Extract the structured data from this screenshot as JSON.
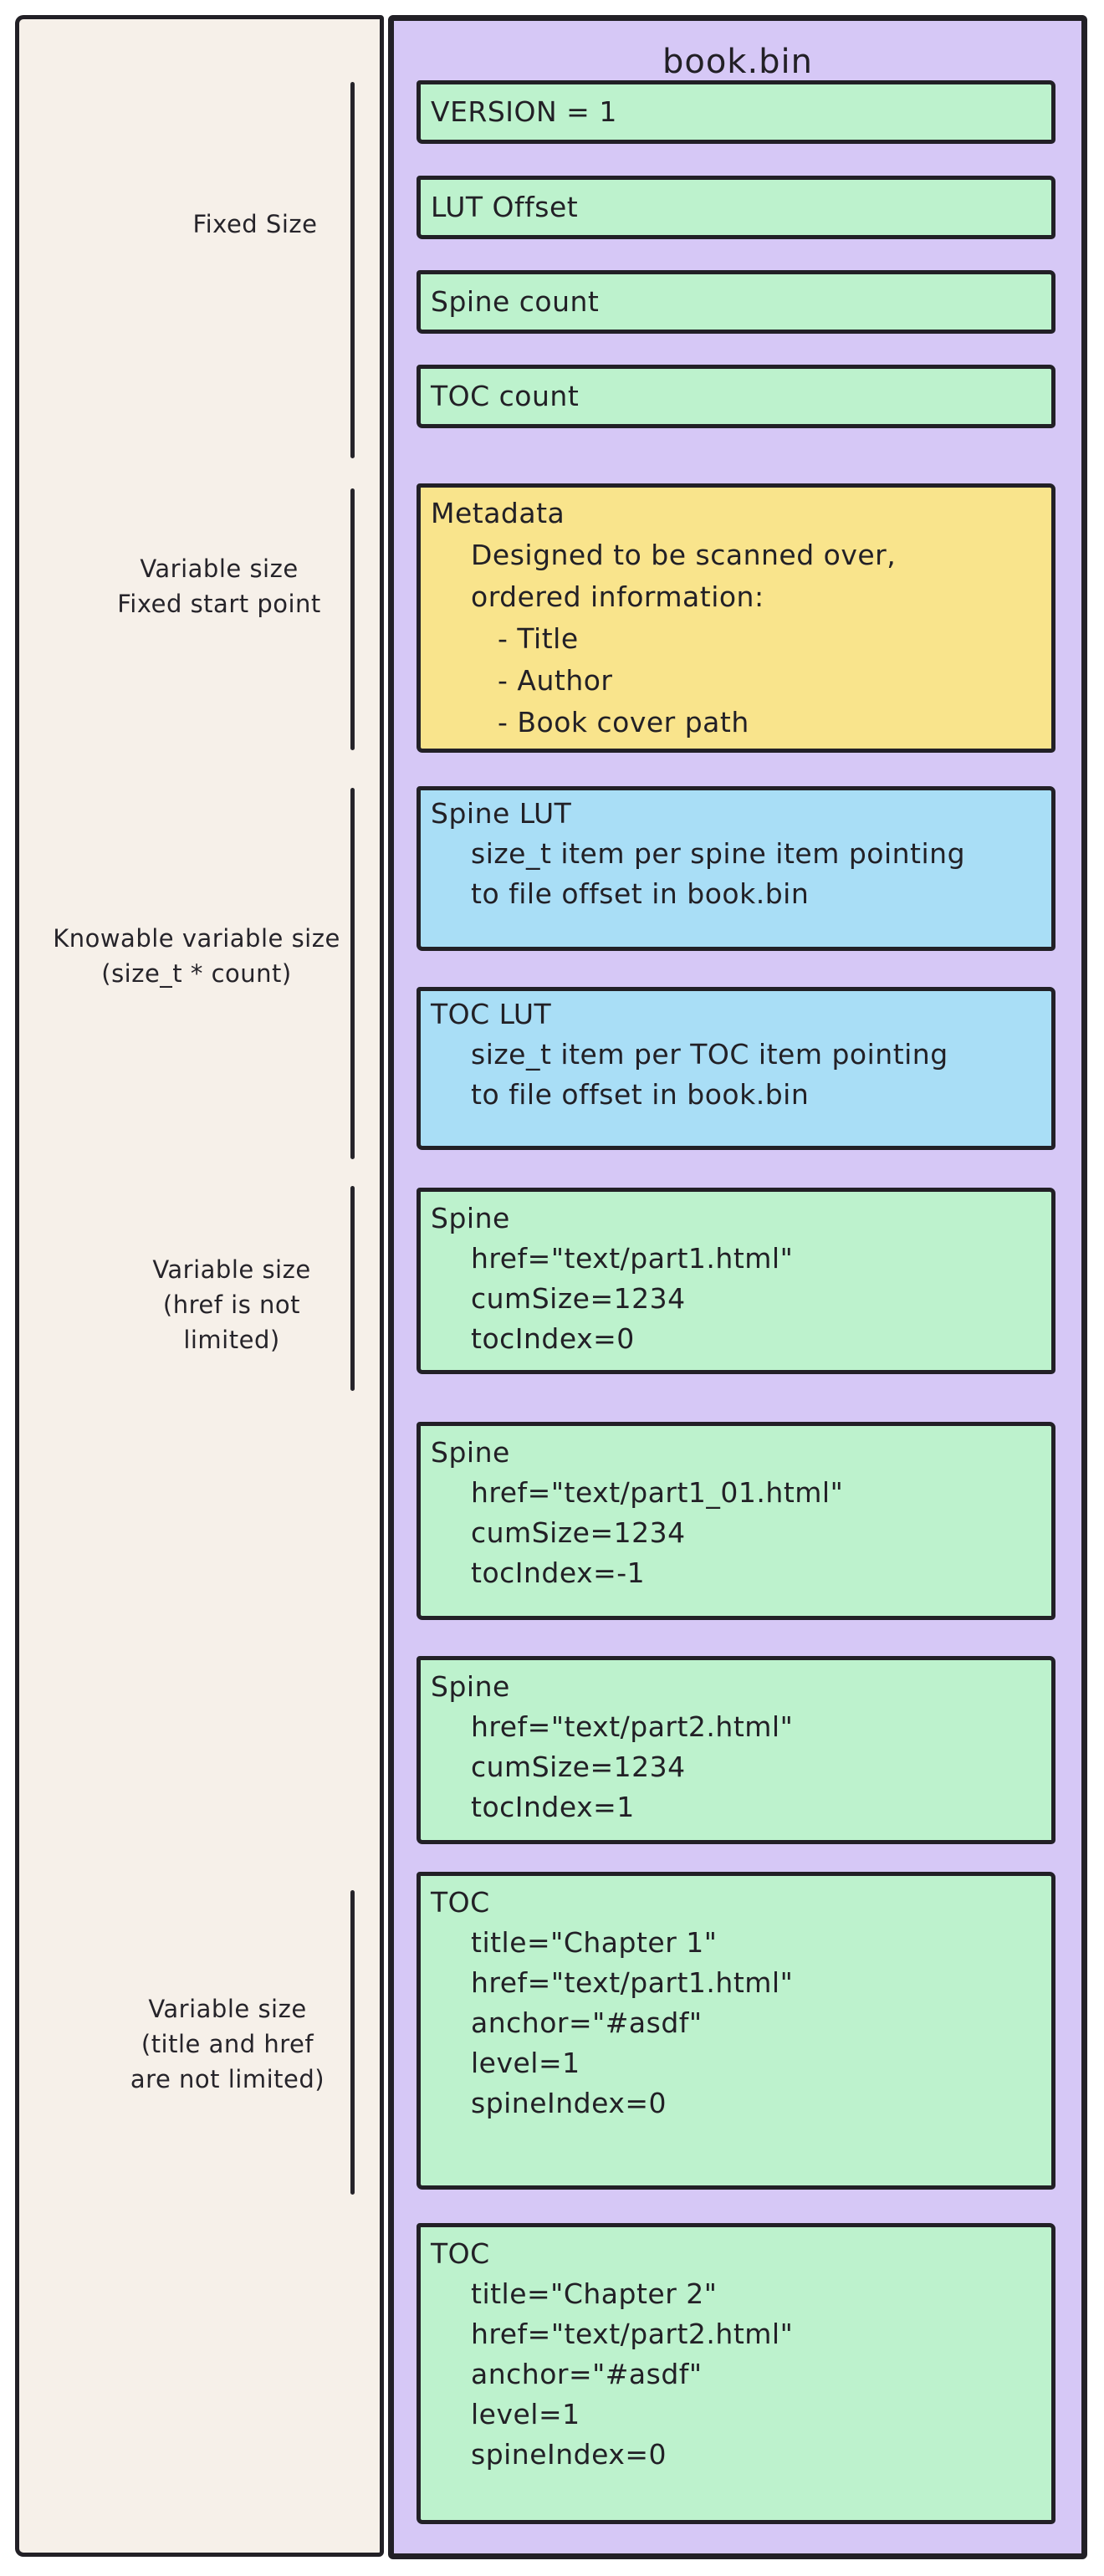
{
  "file_layout": {
    "title": "book.bin",
    "boxes": [
      {
        "id": "version",
        "kind": "green",
        "lines": [
          {
            "indent": 0,
            "text": "VERSION = 1"
          }
        ]
      },
      {
        "id": "lut-offset",
        "kind": "green",
        "lines": [
          {
            "indent": 0,
            "text": "LUT Offset"
          }
        ]
      },
      {
        "id": "spine-count",
        "kind": "green",
        "lines": [
          {
            "indent": 0,
            "text": "Spine count"
          }
        ]
      },
      {
        "id": "toc-count",
        "kind": "green",
        "lines": [
          {
            "indent": 0,
            "text": "TOC count"
          }
        ]
      },
      {
        "id": "metadata",
        "kind": "yellow",
        "lines": [
          {
            "indent": 0,
            "text": "Metadata"
          },
          {
            "indent": 1,
            "text": "Designed to be scanned over,"
          },
          {
            "indent": 1,
            "text": "ordered information:"
          },
          {
            "indent": 2,
            "text": "- Title"
          },
          {
            "indent": 2,
            "text": "- Author"
          },
          {
            "indent": 2,
            "text": "- Book cover path"
          }
        ]
      },
      {
        "id": "spine-lut",
        "kind": "blue",
        "lines": [
          {
            "indent": 0,
            "text": "Spine LUT"
          },
          {
            "indent": 1,
            "text": "size_t item per spine item pointing"
          },
          {
            "indent": 1,
            "text": "to file offset in book.bin"
          }
        ]
      },
      {
        "id": "toc-lut",
        "kind": "blue",
        "lines": [
          {
            "indent": 0,
            "text": "TOC LUT"
          },
          {
            "indent": 1,
            "text": "size_t item per TOC item pointing"
          },
          {
            "indent": 1,
            "text": "to file offset in book.bin"
          }
        ]
      },
      {
        "id": "spine-1",
        "kind": "green",
        "lines": [
          {
            "indent": 0,
            "text": "Spine"
          },
          {
            "indent": 1,
            "text": "href=\"text/part1.html\""
          },
          {
            "indent": 1,
            "text": "cumSize=1234"
          },
          {
            "indent": 1,
            "text": "tocIndex=0"
          }
        ]
      },
      {
        "id": "spine-2",
        "kind": "green",
        "lines": [
          {
            "indent": 0,
            "text": "Spine"
          },
          {
            "indent": 1,
            "text": "href=\"text/part1_01.html\""
          },
          {
            "indent": 1,
            "text": "cumSize=1234"
          },
          {
            "indent": 1,
            "text": "tocIndex=-1"
          }
        ]
      },
      {
        "id": "spine-3",
        "kind": "green",
        "lines": [
          {
            "indent": 0,
            "text": "Spine"
          },
          {
            "indent": 1,
            "text": "href=\"text/part2.html\""
          },
          {
            "indent": 1,
            "text": "cumSize=1234"
          },
          {
            "indent": 1,
            "text": "tocIndex=1"
          }
        ]
      },
      {
        "id": "toc-1",
        "kind": "green",
        "lines": [
          {
            "indent": 0,
            "text": "TOC"
          },
          {
            "indent": 1,
            "text": "title=\"Chapter 1\""
          },
          {
            "indent": 1,
            "text": "href=\"text/part1.html\""
          },
          {
            "indent": 1,
            "text": "anchor=\"#asdf\""
          },
          {
            "indent": 1,
            "text": "level=1"
          },
          {
            "indent": 1,
            "text": "spineIndex=0"
          }
        ]
      },
      {
        "id": "toc-2",
        "kind": "green",
        "lines": [
          {
            "indent": 0,
            "text": "TOC"
          },
          {
            "indent": 1,
            "text": "title=\"Chapter 2\""
          },
          {
            "indent": 1,
            "text": "href=\"text/part2.html\""
          },
          {
            "indent": 1,
            "text": "anchor=\"#asdf\""
          },
          {
            "indent": 1,
            "text": "level=1"
          },
          {
            "indent": 1,
            "text": "spineIndex=0"
          }
        ]
      }
    ]
  },
  "size_annotations": [
    {
      "id": "fixed-size",
      "lines": [
        "Fixed Size"
      ]
    },
    {
      "id": "variable-size-fixed-start",
      "lines": [
        "Variable size",
        "Fixed start point"
      ]
    },
    {
      "id": "knowable-variable-size",
      "lines": [
        "Knowable variable size",
        "(size_t * count)"
      ]
    },
    {
      "id": "variable-size-href",
      "lines": [
        "Variable size",
        "(href is not",
        "limited)"
      ]
    },
    {
      "id": "variable-size-title-href",
      "lines": [
        "Variable size",
        "(title and href",
        "are not limited)"
      ]
    }
  ],
  "colors": {
    "ink": "#222026",
    "board_bg": "#f6f0e9",
    "panel_bg": "#d6c8f6",
    "field_green": "#bdf2cd",
    "field_yellow": "#f9e48c",
    "field_blue": "#a9def6"
  }
}
